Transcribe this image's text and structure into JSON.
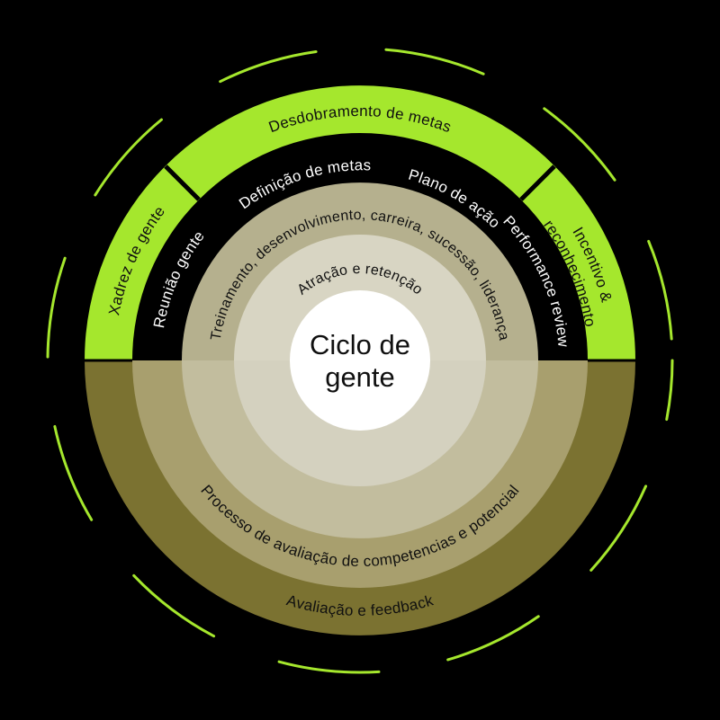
{
  "diagram": {
    "title": "Ciclo de gente",
    "center": {
      "line1": "Ciclo de",
      "line2": "gente"
    },
    "outer_ring": {
      "segment_left": "Xadrez de gente",
      "segment_top": "Desdobramento de metas",
      "segment_right_line1": "Incentivo &",
      "segment_right_line2": "reconhecimento",
      "segment_bottom": "Avaliação e feedback"
    },
    "second_ring": {
      "left": "Reunião gente",
      "top_left": "Definição de metas",
      "top_right": "Plano de ação",
      "right": "Performance review",
      "bottom": "Processo de avaliação de competencias e potencial"
    },
    "third_ring": {
      "top": "Treinamento, desenvolvimento, carreira, sucessão, liderança"
    },
    "fourth_ring": {
      "top": "Atração e retenção"
    }
  },
  "colors": {
    "background": "#000000",
    "green": "#a5e72d",
    "ring1_bottom": "#7b7231",
    "ring2_top": "#000000",
    "ring2_bottom": "#a89f6e",
    "ring3_top": "#b5b08e",
    "ring3_bottom": "#c2bd9e",
    "ring4_top": "#d8d5c3",
    "ring4_bottom": "#d4d1bf",
    "center_circle": "#ffffff",
    "text_dark": "#101010",
    "text_light": "#ffffff"
  }
}
